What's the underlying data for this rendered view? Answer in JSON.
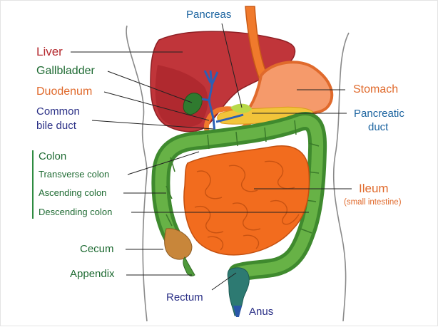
{
  "labels": {
    "liver": "Liver",
    "gallbladder": "Gallbladder",
    "duodenum": "Duodenum",
    "common_bile_duct_line1": "Common",
    "common_bile_duct_line2": "bile duct",
    "colon": "Colon",
    "transverse_colon": "Transverse colon",
    "ascending_colon": "Ascending colon",
    "descending_colon": "Descending colon",
    "cecum": "Cecum",
    "appendix": "Appendix",
    "rectum": "Rectum",
    "anus": "Anus",
    "pancreas": "Pancreas",
    "stomach": "Stomach",
    "pancreatic_duct_line1": "Pancreatic",
    "pancreatic_duct_line2": "duct",
    "ileum": "Ileum",
    "ileum_note": "(small intestine)"
  },
  "colors": {
    "liver": "#b52a2f",
    "stomach": "#f59a6b",
    "esophagus": "#f07a2c",
    "intestine": "#f26c1e",
    "colon": "#4f9a3a",
    "pancreas": "#f2c43a",
    "ducts": "#2c5fb5",
    "gallbladder": "#2f7a2f"
  }
}
